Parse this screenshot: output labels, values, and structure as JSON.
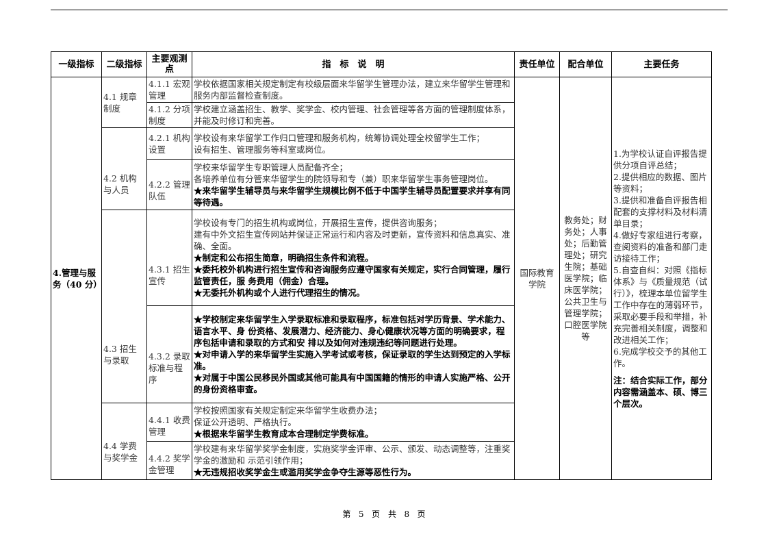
{
  "headers": [
    "一级指标",
    "二级指标",
    "主要观测点",
    "指　标　说　明",
    "责任单位",
    "配合单位",
    "主要任务"
  ],
  "level1": "4.管理与服务（40 分）",
  "groups": [
    {
      "name": "4.1 规章制度",
      "items": [
        {
          "obs": "4.1.1 宏观管理",
          "lines": [
            {
              "t": "学校依据国家相关规定制定有校级层面来华留学生管理办法，建立来华留学生管理和服务内部监督检查制度。",
              "b": false
            }
          ]
        },
        {
          "obs": "4.1.2 分项制度",
          "lines": [
            {
              "t": "学校建立涵盖招生、教学、奖学金、校内管理、社会管理等各方面的管理制度体系，并能及时修订和完善。",
              "b": false
            }
          ]
        }
      ]
    },
    {
      "name": "4.2 机构与人员",
      "items": [
        {
          "obs": "4.2.1 机构设置",
          "lines": [
            {
              "t": "学校设有来华留学工作归口管理和服务机构，统筹协调处理全校留学生工作；",
              "b": false
            },
            {
              "t": "设有招生、管理服务等科室或岗位。",
              "b": false
            }
          ]
        },
        {
          "obs": "4.2.2 管理队伍",
          "lines": [
            {
              "t": "学校来华留学生专职管理人员配备齐全；",
              "b": false
            },
            {
              "t": "各培养单位有分管来华留学生的院领导和专（兼）职来华留学生事务管理岗位。",
              "b": false
            },
            {
              "t": "★来华留学生辅导员与来华留学生规模比例不低于中国学生辅导员配置要求并享有同等待遇。",
              "b": true
            }
          ]
        }
      ]
    },
    {
      "name": "4.3 招生与录取",
      "items": [
        {
          "obs": "4.3.1 招生宣传",
          "lines": [
            {
              "t": "学校设有专门的招生机构或岗位，开展招生宣传，提供咨询服务；",
              "b": false
            },
            {
              "t": "建有中外文招生宣传网站并保证正常运行和内容及时更新，宣传资料和信息真实、准确、全面。",
              "b": false
            },
            {
              "t": "★制定和公布招生简章，明确招生条件和流程。",
              "b": true
            },
            {
              "t": "★委托校外机构进行招生宣传和咨询服务应遵守国家有关规定，实行合同管理，履行监管责任，服 务费用（佣金）合理。",
              "b": true
            },
            {
              "t": "★无委托外机构或个人进行代理招生的情况。",
              "b": true
            }
          ]
        },
        {
          "obs": "4.3.2 录取标准与程序",
          "lines": [
            {
              "t": "★学校制定来华留学生入学录取标准和录取程序，标准包括对学历背景、学术能力、语言水平、身 份资格、发展潜力、经济能力、身心健康状况等方面的明确要求，程序包括申请和录取的方式和安 排以及如何对违规违纪等问题进行处理。",
              "b": true
            },
            {
              "t": "★对申请入学的来华留学生实施入学考试或考核，保证录取的学生达到预定的入学标准。",
              "b": true
            },
            {
              "t": "★对属于中国公民移民外国或其他可能具有中国国籍的情形的申请人实施严格、公开的身份资格审查。",
              "b": true
            }
          ]
        }
      ]
    },
    {
      "name": "4.4 学费与奖学金",
      "items": [
        {
          "obs": "4.4.1 收费管理",
          "lines": [
            {
              "t": "学校按照国家有关规定制定来华留学生收费办法；",
              "b": false
            },
            {
              "t": "保证公开透明、严格执行。",
              "b": false
            },
            {
              "t": "★根据来华留学生教育成本合理制定学费标准。",
              "b": true
            }
          ]
        },
        {
          "obs": "4.4.2 奖学金管理",
          "lines": [
            {
              "t": "学校建有来华留学奖学金制度，实施奖学金评审、公示、颁发、动态调整等，注重奖学金的激励和 示范引领作用；",
              "b": false
            },
            {
              "t": "★无违规招收奖学金生或滥用奖学金争夺生源等恶性行为。",
              "b": true
            }
          ]
        }
      ]
    }
  ],
  "responsible_unit": "国际教育学院",
  "cooperating_units": "教务处；财务处；人事处；后勤管理处；研究生院；基础医学院；临床医学院；公共卫生与管理学院；口腔医学院等",
  "tasks": [
    "1.为学校认证自评报告提供分项自评总结；",
    "2.提供相应的数据、图片等资料；",
    "3.提供和准备自评报告相配套的支撑材料及材料清单目录；",
    "4.做好专家组进行考察，查阅资料的准备和部门走访接待工作；",
    "5.自查自纠：对照《指标体系》与《质量规范（试行）》，梳理本单位留学生工作中存在的薄弱环节，采取必要手段和举措，补充完善相关制度，调整和改进相关工作；",
    "6.完成学校交予的其他工作。"
  ],
  "tasks_note": "注：结合实际工作，部分内容需涵盖本、硕、博三个层次。",
  "footer": {
    "page_prefix": "第",
    "page_no": "5",
    "page_mid": "页　共",
    "page_total": "8",
    "page_suffix": "页"
  }
}
